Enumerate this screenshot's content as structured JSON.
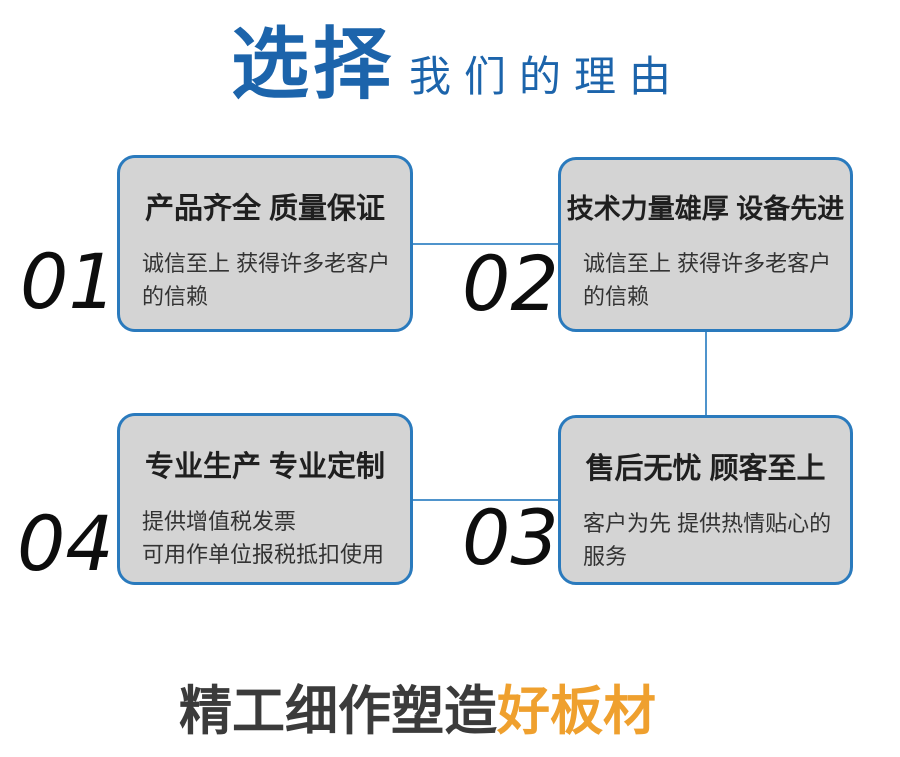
{
  "heading": {
    "accent_word": "选择",
    "rest_text": "我们的理由"
  },
  "cards": [
    {
      "number": "01",
      "title": "产品齐全 质量保证",
      "description": "诚信至上 获得许多老客户\n的信赖"
    },
    {
      "number": "02",
      "title": "技术力量雄厚 设备先进",
      "description": "诚信至上 获得许多老客户\n的信赖"
    },
    {
      "number": "03",
      "title": "售后无忧 顾客至上",
      "description": "客户为先 提供热情贴心的\n服务"
    },
    {
      "number": "04",
      "title": "专业生产 专业定制",
      "description": "提供增值税发票\n可用作单位报税抵扣使用"
    }
  ],
  "footer": {
    "dark_text": "精工细作塑造",
    "accent_text": "好板材"
  },
  "colors": {
    "heading_blue": "#1c64ab",
    "card_border_blue": "#2a7abd",
    "connector_blue": "#4f94cc",
    "card_fill_gray": "#d4d4d4",
    "footer_orange": "#efa02e",
    "footer_dark": "#3b3b3b",
    "number_black": "#0d0d0d"
  }
}
